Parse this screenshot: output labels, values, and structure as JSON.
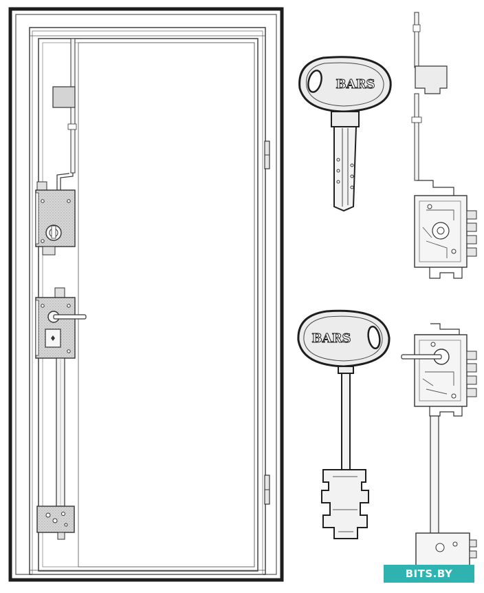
{
  "key_brand_top": "BARS",
  "key_brand_bottom": "BARS",
  "watermark": "BITS.BY",
  "colors": {
    "frame": "#1e1e1e",
    "line": "#333333",
    "lock_fill": "#d9d9d9",
    "key_fill": "#ececec",
    "watermark_bg": "#2fb3b1"
  },
  "icons": [
    "door-frame",
    "multipoint-lock",
    "cylinder-key",
    "lever-key",
    "lock-mechanism"
  ]
}
